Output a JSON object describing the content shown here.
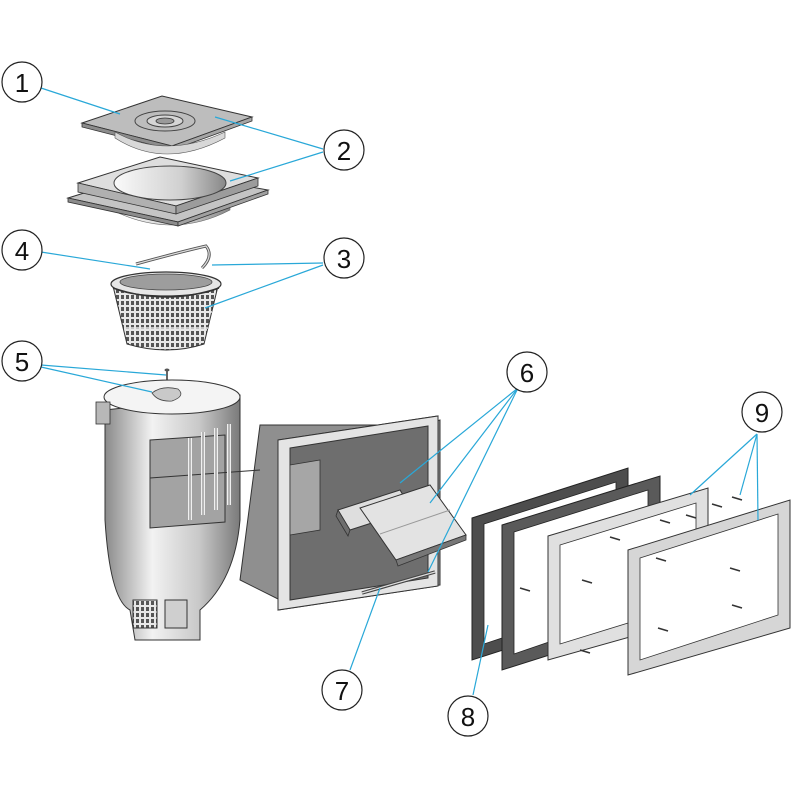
{
  "diagram": {
    "type": "exploded-parts-view",
    "subject": "pool skimmer assembly",
    "leader_color": "#29a8d8",
    "part_fill_light": "#e6e6e6",
    "part_fill_mid": "#bdbdbd",
    "part_fill_dark": "#6e6e6e",
    "outline_color": "#333333",
    "callouts": [
      {
        "id": "1",
        "label": "1"
      },
      {
        "id": "2",
        "label": "2"
      },
      {
        "id": "3",
        "label": "3"
      },
      {
        "id": "4",
        "label": "4"
      },
      {
        "id": "5",
        "label": "5"
      },
      {
        "id": "6",
        "label": "6"
      },
      {
        "id": "7",
        "label": "7"
      },
      {
        "id": "8",
        "label": "8"
      },
      {
        "id": "9",
        "label": "9"
      }
    ],
    "parts": [
      {
        "callout": "1",
        "name": "lid"
      },
      {
        "callout": "2",
        "name": "collar"
      },
      {
        "callout": "3",
        "name": "basket with handle"
      },
      {
        "callout": "4",
        "name": "basket handle"
      },
      {
        "callout": "5",
        "name": "screw and cover"
      },
      {
        "callout": "6",
        "name": "weir flaps"
      },
      {
        "callout": "7",
        "name": "weir pin"
      },
      {
        "callout": "8",
        "name": "gaskets"
      },
      {
        "callout": "9",
        "name": "faceplate, frame and screws"
      }
    ]
  }
}
